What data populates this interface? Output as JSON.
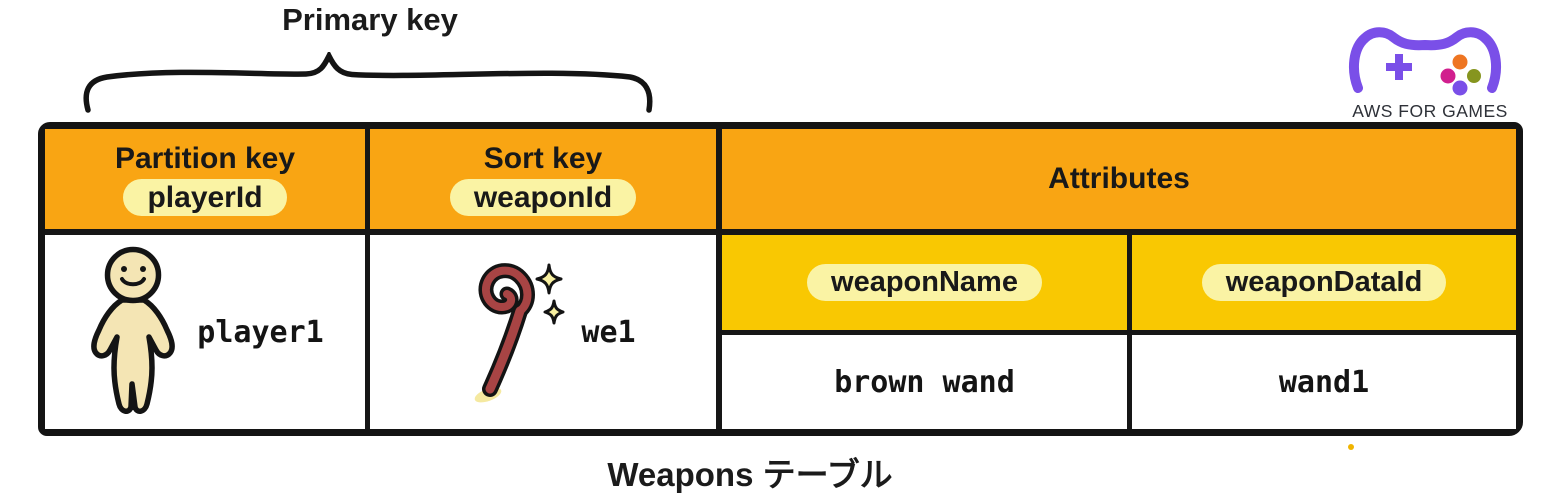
{
  "annotations": {
    "primary_key": "Primary key",
    "caption": "Weapons テーブル"
  },
  "logo": {
    "label": "AWS FOR GAMES",
    "icon": "game-controller-icon",
    "colors": {
      "purple": "#7A4FE8",
      "dot_orange": "#EE7522",
      "dot_pink": "#D11F8E",
      "dot_olive": "#86951F",
      "text": "#2E3138"
    }
  },
  "table": {
    "partition": {
      "title": "Partition key",
      "key": "playerId",
      "value": "player1",
      "icon": "player-icon"
    },
    "sort": {
      "title": "Sort key",
      "key": "weaponId",
      "value": "we1",
      "icon": "wand-sparkles-icon"
    },
    "attributes": {
      "title": "Attributes",
      "columns": [
        {
          "name": "weaponName",
          "value": "brown wand"
        },
        {
          "name": "weaponDataId",
          "value": "wand1"
        }
      ]
    }
  },
  "colors": {
    "header_orange": "#F9A513",
    "subheader_yellow": "#F9C802",
    "highlight_pill": "#FAF3A4",
    "border_black": "#141414",
    "wand_red": "#A84444",
    "skin_cream": "#F4E5B4",
    "sparkle_yellow": "#F8F0A0"
  }
}
